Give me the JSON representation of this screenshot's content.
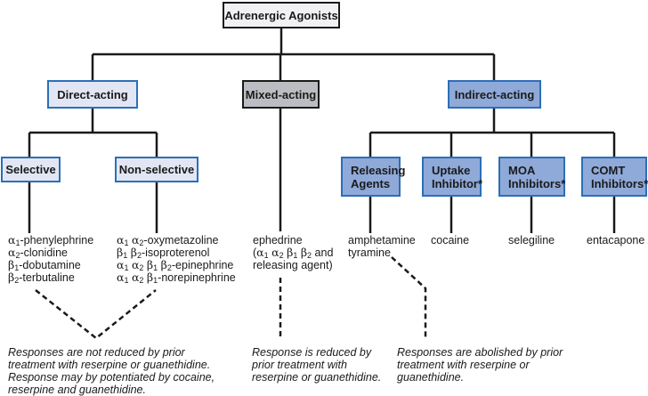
{
  "title": "Adrenergic Agonists",
  "level1": {
    "direct": "Direct-acting",
    "mixed": "Mixed-acting",
    "indirect": "Indirect-acting"
  },
  "level2": {
    "selective": "Selective",
    "nonselective": "Non-selective",
    "releasing": [
      "Releasing",
      "Agents"
    ],
    "uptake": [
      "Uptake",
      "Inhibitor*"
    ],
    "moa": [
      "MOA",
      "Inhibitors*"
    ],
    "comt": [
      "COMT",
      "Inhibitors*"
    ]
  },
  "drugs": {
    "selective": [
      {
        "receptors": "α1",
        "name": "-phenylephrine"
      },
      {
        "receptors": "α2",
        "name": "-clonidine"
      },
      {
        "receptors": "β1",
        "name": "-dobutamine"
      },
      {
        "receptors": "β2",
        "name": "-terbutaline"
      }
    ],
    "nonselective": [
      {
        "receptors": "α1 α2",
        "name": "-oxymetazoline"
      },
      {
        "receptors": "β1 β2",
        "name": "-isoproterenol"
      },
      {
        "receptors": "α1 α2 β1 β2",
        "name": "-epinephrine"
      },
      {
        "receptors": "α1 α2 β1",
        "name": "-norepinephrine"
      }
    ],
    "mixed": [
      "ephedrine",
      "(α1 α2 β1 β2 and",
      "releasing agent)"
    ],
    "releasing": [
      "amphetamine",
      "tyramine"
    ],
    "uptake": [
      "cocaine"
    ],
    "moa": [
      "selegiline"
    ],
    "comt": [
      "entacapone"
    ]
  },
  "notes": {
    "direct": [
      "Responses are not reduced by prior",
      "treatment with reserpine or guanethidine.",
      "Response may by potentiated by cocaine,",
      "reserpine and guanethidine."
    ],
    "mixed": [
      "Response is reduced by",
      "prior treatment with",
      "reserpine or guanethidine."
    ],
    "indirect": [
      "Responses are abolished by prior",
      "treatment with reserpine or",
      "guanethidine."
    ]
  },
  "colors": {
    "line": "#1a1a1a",
    "root_fill": "#f1f1f3",
    "direct_fill": "#e2e6f4",
    "mixed_fill": "#bcbdc2",
    "indirect_fill": "#8fa9d9",
    "blue_border": "#2b6fb8"
  }
}
